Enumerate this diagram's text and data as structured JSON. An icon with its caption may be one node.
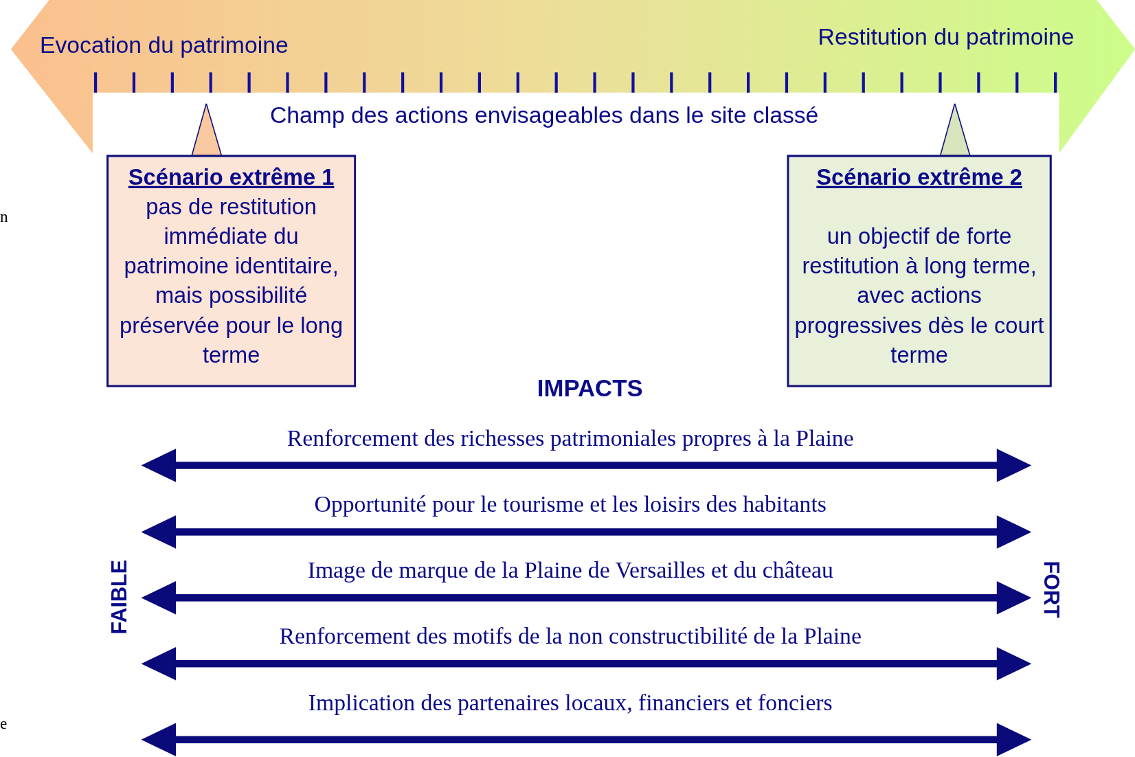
{
  "diagram": {
    "nodes": [
      {
        "text": [
          "Evocation du patrimoine",
          "Restitution du patrimoine"
        ]
      },
      {
        "text": [
          "Scénario extrême 1",
          "pas de restitution immédiate du patrimoine identitaire, mais possibilité préservée pour le long terme"
        ]
      },
      {
        "text": [
          "Scénario extrême 2",
          "un objectif de forte restitution à long terme, avec actions progressives dès le court terme"
        ]
      }
    ],
    "labels": [
      "Champ des actions envisageables dans le site classé",
      "IMPACTS",
      "Renforcement des richesses patrimoniales propres à la Plaine",
      "Opportunité pour le tourisme et les loisirs des habitants",
      "Image de marque de la Plaine de Versailles et du château",
      "Renforcement des motifs de la non constructibilité de la Plaine",
      "Implication des partenaires locaux, financiers et fonciers",
      "FAIBLE",
      "FORT",
      "n",
      "e"
    ]
  }
}
